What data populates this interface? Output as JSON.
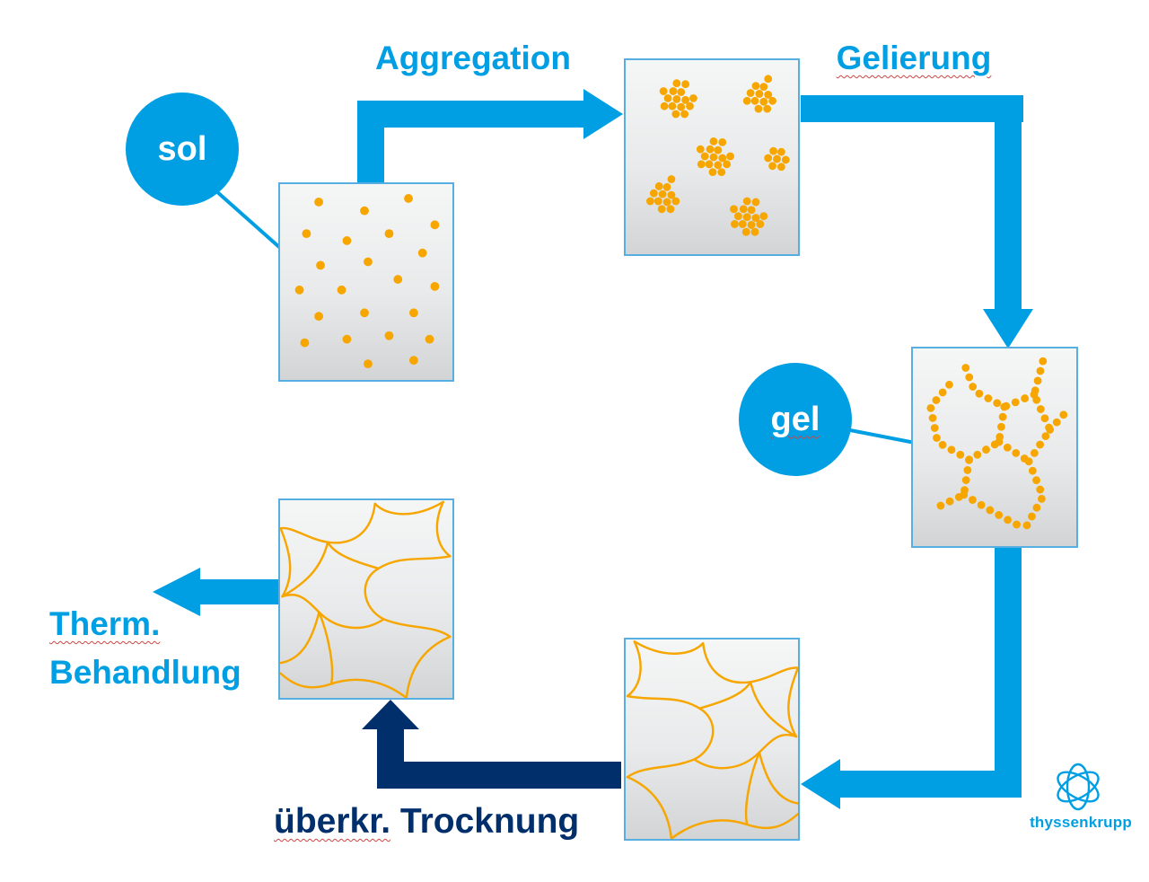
{
  "colors": {
    "accent": "#009FE3",
    "navy": "#002F6C",
    "orange": "#F7A600",
    "panel_border": "#56AFE0",
    "panel_fill_top": "#F5F6F6",
    "panel_fill_bottom": "#D2D4D6"
  },
  "labels": {
    "aggregation": "Aggregation",
    "gelierung": "Gelierung",
    "sol": "sol",
    "gel": "gel",
    "therm_line1": "Therm.",
    "therm_line2": "Behandlung",
    "trocknung_word1": "überkr.",
    "trocknung_word2": " Trocknung"
  },
  "logo": {
    "text": "thyssenkrupp",
    "icon": "thyssenkrupp-emblem-icon"
  },
  "diagram": {
    "type": "process-flow",
    "steps": [
      {
        "id": "sol",
        "description": "dispersed particles"
      },
      {
        "id": "aggregation",
        "description": "particle clusters"
      },
      {
        "id": "gel",
        "description": "branched particle network"
      },
      {
        "id": "wet-gel",
        "description": "continuous network"
      },
      {
        "id": "dried-gel",
        "description": "network after supercritical drying"
      }
    ],
    "transitions": [
      {
        "from": "sol",
        "to": "aggregation",
        "label": "Aggregation",
        "color": "#009FE3"
      },
      {
        "from": "aggregation",
        "to": "gel",
        "label": "Gelierung",
        "color": "#009FE3"
      },
      {
        "from": "gel",
        "to": "wet-gel",
        "label": "",
        "color": "#009FE3"
      },
      {
        "from": "wet-gel",
        "to": "dried-gel",
        "label": "überkr. Trocknung",
        "color": "#002F6C"
      },
      {
        "from": "dried-gel",
        "to": "out",
        "label": "Therm. Behandlung",
        "color": "#009FE3"
      }
    ]
  }
}
